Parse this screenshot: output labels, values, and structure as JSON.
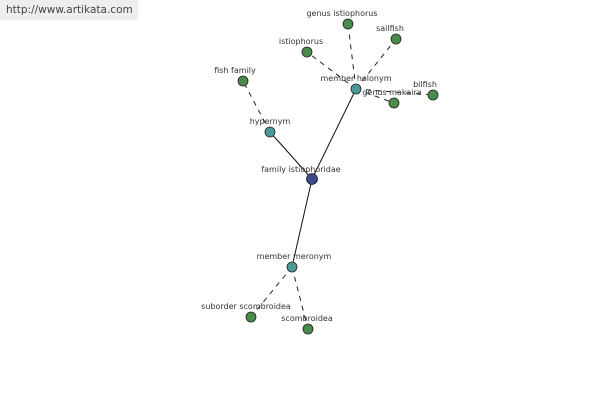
{
  "header": {
    "url": "http://www.artikata.com"
  },
  "colors": {
    "center": "#3a4a8a",
    "relation": "#4a9a9a",
    "leaf": "#4a8a4a",
    "edge": "#111111",
    "dashed_edge": "#222222"
  },
  "graph": {
    "nodes": [
      {
        "id": "family",
        "label": "family istiophoridae",
        "kind": "center"
      },
      {
        "id": "hypernym",
        "label": "hypernym",
        "kind": "relation"
      },
      {
        "id": "holonym",
        "label": "member holonym",
        "kind": "relation"
      },
      {
        "id": "meronym",
        "label": "member meronym",
        "kind": "relation"
      },
      {
        "id": "fishfamily",
        "label": "fish family",
        "kind": "leaf"
      },
      {
        "id": "genusistio",
        "label": "genus istiophorus",
        "kind": "leaf"
      },
      {
        "id": "istiophorus",
        "label": "istiophorus",
        "kind": "leaf"
      },
      {
        "id": "sailfish",
        "label": "sailfish",
        "kind": "leaf"
      },
      {
        "id": "bilfish",
        "label": "bilfish",
        "kind": "leaf"
      },
      {
        "id": "makaira",
        "label": "genus makaira",
        "kind": "leaf"
      },
      {
        "id": "suborder",
        "label": "suborder scombroidea",
        "kind": "leaf"
      },
      {
        "id": "scombroidea",
        "label": "scombroidea",
        "kind": "leaf"
      }
    ],
    "edges": [
      {
        "from": "family",
        "to": "hypernym",
        "style": "solid"
      },
      {
        "from": "family",
        "to": "holonym",
        "style": "solid"
      },
      {
        "from": "family",
        "to": "meronym",
        "style": "solid"
      },
      {
        "from": "hypernym",
        "to": "fishfamily",
        "style": "dashed"
      },
      {
        "from": "holonym",
        "to": "genusistio",
        "style": "dashed"
      },
      {
        "from": "holonym",
        "to": "istiophorus",
        "style": "dashed"
      },
      {
        "from": "holonym",
        "to": "sailfish",
        "style": "dashed"
      },
      {
        "from": "holonym",
        "to": "bilfish",
        "style": "dashed"
      },
      {
        "from": "holonym",
        "to": "makaira",
        "style": "dashed"
      },
      {
        "from": "meronym",
        "to": "suborder",
        "style": "dashed"
      },
      {
        "from": "meronym",
        "to": "scombroidea",
        "style": "dashed"
      }
    ]
  }
}
